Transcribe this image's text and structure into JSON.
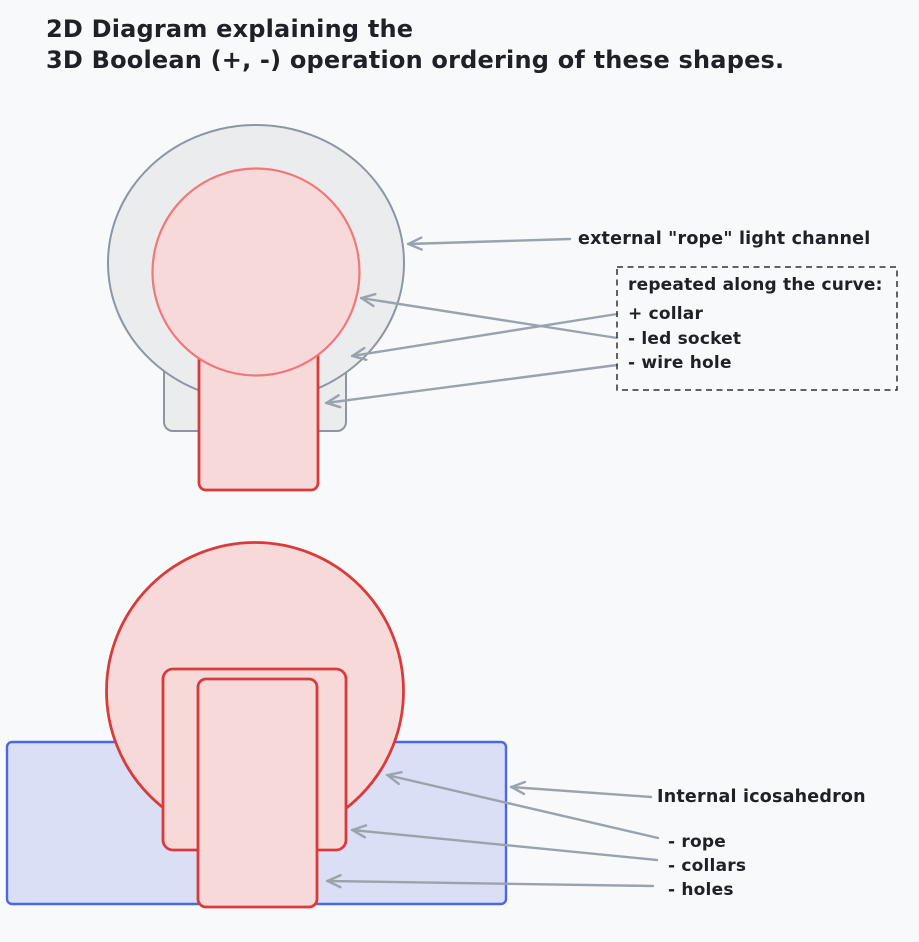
{
  "title": {
    "line1": "2D Diagram explaining the",
    "line2": "3D Boolean (+, -) operation ordering of these shapes."
  },
  "top_diagram": {
    "channel_label": "external \"rope\" light channel",
    "callout": {
      "header": "repeated along the curve:",
      "items": [
        "+ collar",
        "- led socket",
        "- wire hole"
      ]
    }
  },
  "bottom_diagram": {
    "internal_label": "Internal icosahedron",
    "items": [
      "- rope",
      "- collars",
      "- holes"
    ]
  },
  "colors": {
    "background": "#f8f9fb",
    "text": "#202126",
    "gray_stroke": "#8d96a1",
    "gray_fill": "#eaecee",
    "red_stroke": "#d93b3b",
    "red_light_stroke": "#f0787a",
    "pink_fill": "#f7d9da",
    "blue_stroke": "#4b67e8",
    "blue_fill": "#dbdff6",
    "arrow": "#9aa3ad",
    "callout_border": "#2f3035"
  }
}
